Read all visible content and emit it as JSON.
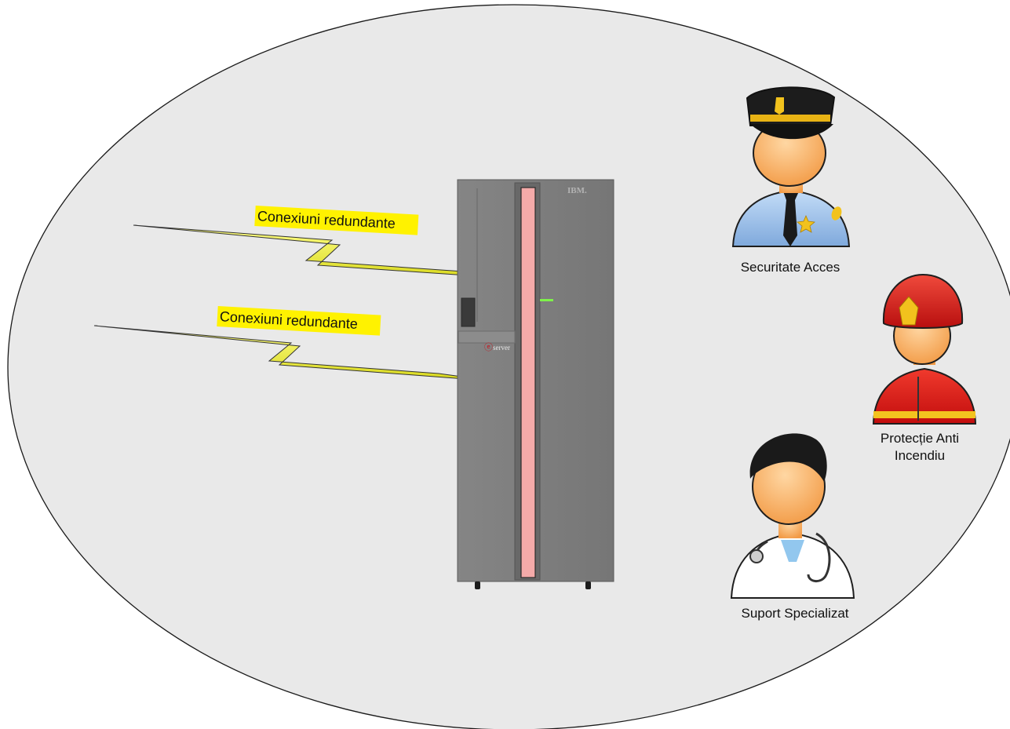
{
  "links": [
    {
      "label": "Conexiuni redundante"
    },
    {
      "label": "Conexiuni redundante"
    }
  ],
  "server": {
    "brand": "IBM.",
    "logo": "server"
  },
  "roles": {
    "security": {
      "label": "Securitate Acces"
    },
    "fire": {
      "line1": "Protecție Anti",
      "line2": "Incendiu"
    },
    "support": {
      "label": "Suport Specializat"
    }
  },
  "colors": {
    "zone_fill": "#e9e9e9",
    "highlight": "#fff200",
    "server_body": "#7b7b7b",
    "server_strip": "#f4aaa9",
    "police_shirt": "#9ec3ec",
    "fire_red": "#d11414",
    "skin": "#f8b46a"
  }
}
